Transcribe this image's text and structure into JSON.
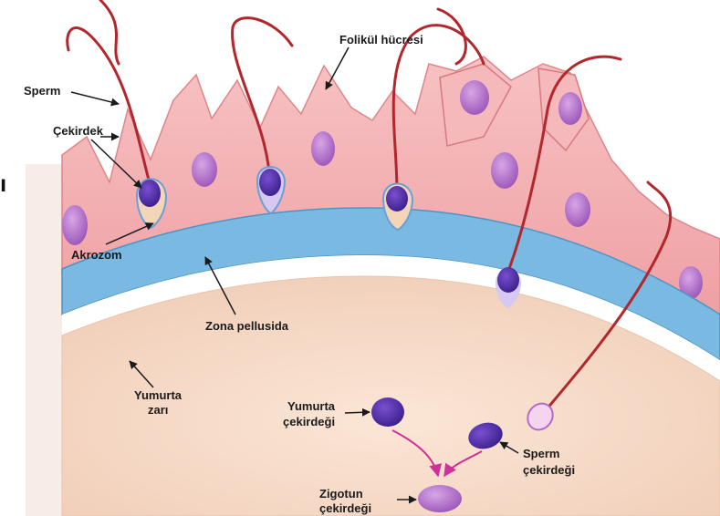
{
  "labels": {
    "sperm": "Sperm",
    "cekirdek": "Çekirdek",
    "akrozom": "Akrozom",
    "folikul": "Folikül hücresi",
    "zona": "Zona pellusida",
    "yumurta_zari_1": "Yumurta",
    "yumurta_zari_2": "zarı",
    "yumurta_cekirdegi_1": "Yumurta",
    "yumurta_cekirdegi_2": "çekirdeği",
    "sperm_cekirdegi_1": "Sperm",
    "sperm_cekirdegi_2": "çekirdeği",
    "zigotun_1": "Zigotun",
    "zigotun_2": "çekirdeği"
  },
  "side_text": "ı",
  "colors": {
    "egg": "#f6dcc8",
    "zona": "#6fb3df",
    "follicle": "#f4b2b4",
    "nucleus": "#b06cc9",
    "tail": "#b3262c",
    "arrow_pink": "#d0309a"
  }
}
